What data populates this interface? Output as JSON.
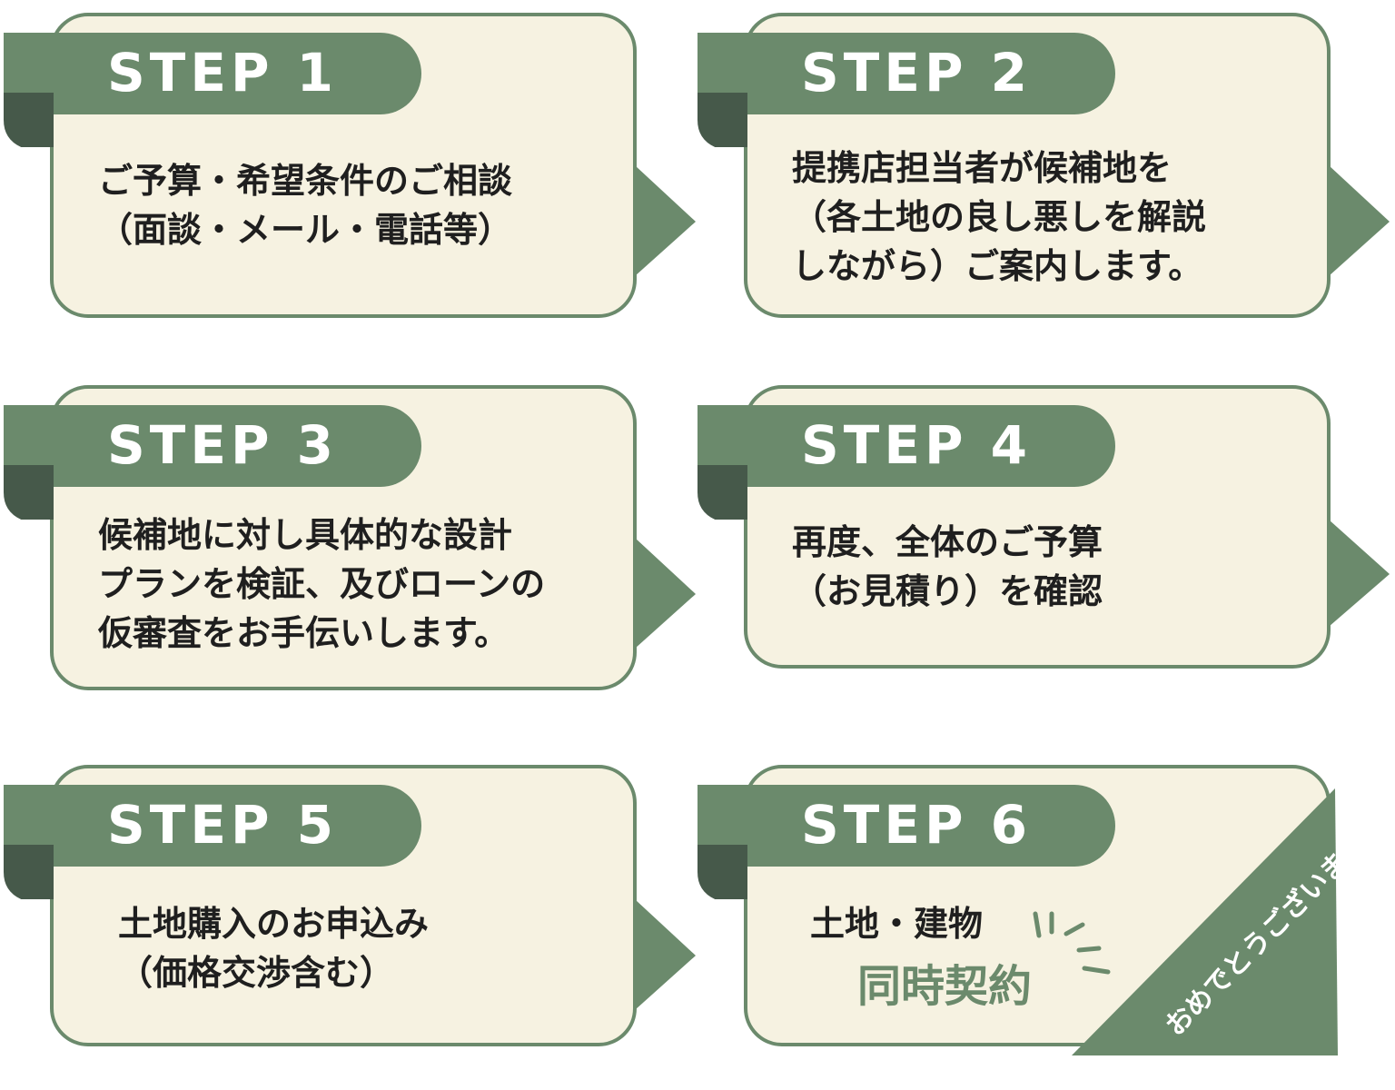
{
  "colors": {
    "accent": "#6b8a6c",
    "accent_dark": "#46594a",
    "card_bg": "#f6f2e1",
    "text": "#1f1f1f"
  },
  "steps": [
    {
      "label": "STEP 1",
      "text": "ご予算・希望条件のご相談\n（面談・メール・電話等）"
    },
    {
      "label": "STEP 2",
      "text": "提携店担当者が候補地を\n（各土地の良し悪しを解説\nしながら）ご案内します。"
    },
    {
      "label": "STEP 3",
      "text": "候補地に対し具体的な設計\nプランを検証、及びローンの\n仮審査をお手伝いします。"
    },
    {
      "label": "STEP 4",
      "text": "再度、全体のご予算\n（お見積り）を確認"
    },
    {
      "label": "STEP 5",
      "text": "土地購入のお申込み\n（価格交渉含む）"
    },
    {
      "label": "STEP 6",
      "text": "土地・建物",
      "highlight": "同時契約",
      "banner": "おめでとうございます！"
    }
  ]
}
